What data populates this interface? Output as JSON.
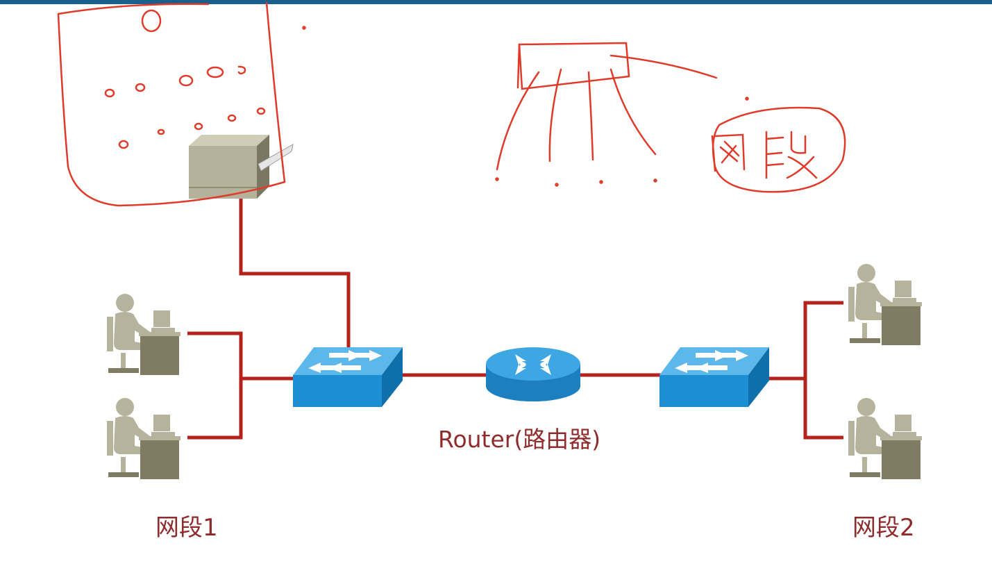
{
  "diagram": {
    "router_label": "Router(路由器)",
    "segment_1_label": "网段1",
    "segment_2_label": "网段2",
    "handwritten_annotation": "网段"
  },
  "colors": {
    "top_bar": "#1b5f8c",
    "cable": "#b5221c",
    "label_text": "#8f2b2b",
    "device_blue": "#1b8fd1",
    "person_beige": "#b5b39b",
    "desk_olive": "#7f7c63",
    "annotation_ink": "#e03a2a"
  },
  "icons": [
    "printer-icon",
    "switch-icon",
    "router-icon",
    "workstation-icon"
  ]
}
